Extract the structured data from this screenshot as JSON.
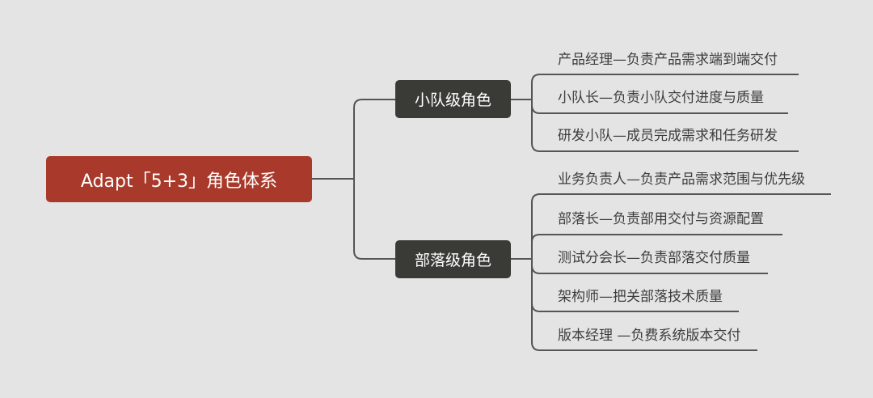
{
  "mindmap": {
    "root": {
      "label": "Adapt「5+3」角色体系"
    },
    "branches": [
      {
        "label": "小队级角色",
        "leaves": [
          "产品经理—负责产品需求端到端交付",
          "小队长—负责小队交付进度与质量",
          "研发小队—成员完成需求和任务研发"
        ]
      },
      {
        "label": "部落级角色",
        "leaves": [
          "业务负责人—负责产品需求范围与优先级",
          "部落长—负责部用交付与资源配置",
          "测试分会长—负责部落交付质量",
          "架构师—把关部落技术质量",
          "版本经理 —负费系统版本交付"
        ]
      }
    ]
  },
  "colors": {
    "background": "#e4e4e4",
    "root_fill": "#a93a2b",
    "branch_fill": "#3a3a36",
    "connector": "#555555",
    "leaf_text": "#3c3c3c"
  }
}
